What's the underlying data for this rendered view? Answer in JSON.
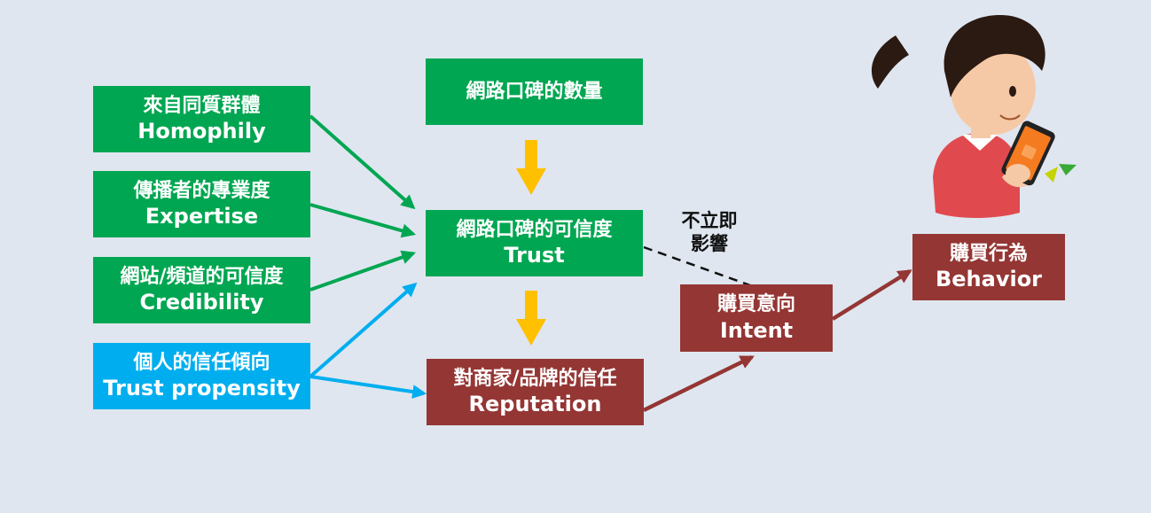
{
  "factors": {
    "homophily": {
      "zh": "來自同質群體",
      "en": "Homophily"
    },
    "expertise": {
      "zh": "傳播者的專業度",
      "en": "Expertise"
    },
    "credibility": {
      "zh": "網站/頻道的可信度",
      "en": "Credibility"
    },
    "propensity": {
      "zh": "個人的信任傾向",
      "en": "Trust propensity"
    }
  },
  "center": {
    "volume": {
      "zh": "網路口碑的數量"
    },
    "trust": {
      "zh": "網路口碑的可信度",
      "en": "Trust"
    },
    "reputation": {
      "zh": "對商家/品牌的信任",
      "en": "Reputation"
    }
  },
  "outcomes": {
    "intent": {
      "zh": "購買意向",
      "en": "Intent"
    },
    "behavior": {
      "zh": "購買行為",
      "en": "Behavior"
    }
  },
  "annotation": {
    "line1": "不立即",
    "line2": "影響"
  },
  "colors": {
    "green": "#00a651",
    "blue": "#00aeef",
    "red": "#943634",
    "yellow": "#ffc000",
    "background": "#dfe6f0"
  }
}
